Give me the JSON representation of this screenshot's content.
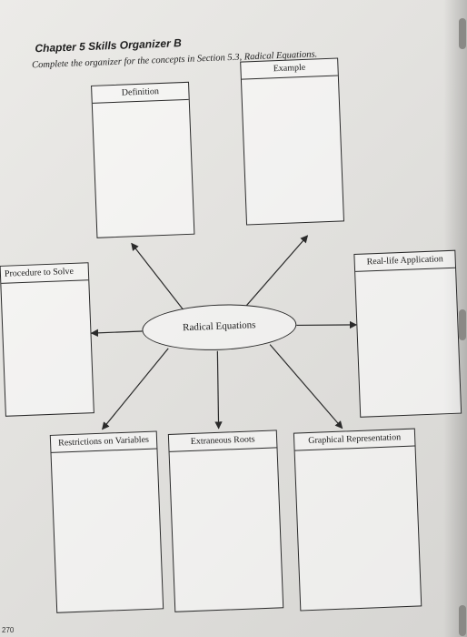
{
  "header": {
    "title": "Chapter 5  Skills Organizer B",
    "instructions": "Complete the organizer for the concepts in Section 5.3, Radical Equations."
  },
  "center": {
    "label": "Radical Equations"
  },
  "boxes": {
    "definition": "Definition",
    "example": "Example",
    "procedure": "Procedure to Solve",
    "real_life": "Real-life Application",
    "restrictions": "Restrictions on Variables",
    "extraneous": "Extraneous Roots",
    "graphical": "Graphical Representation"
  },
  "footer": {
    "page_number": "270"
  }
}
